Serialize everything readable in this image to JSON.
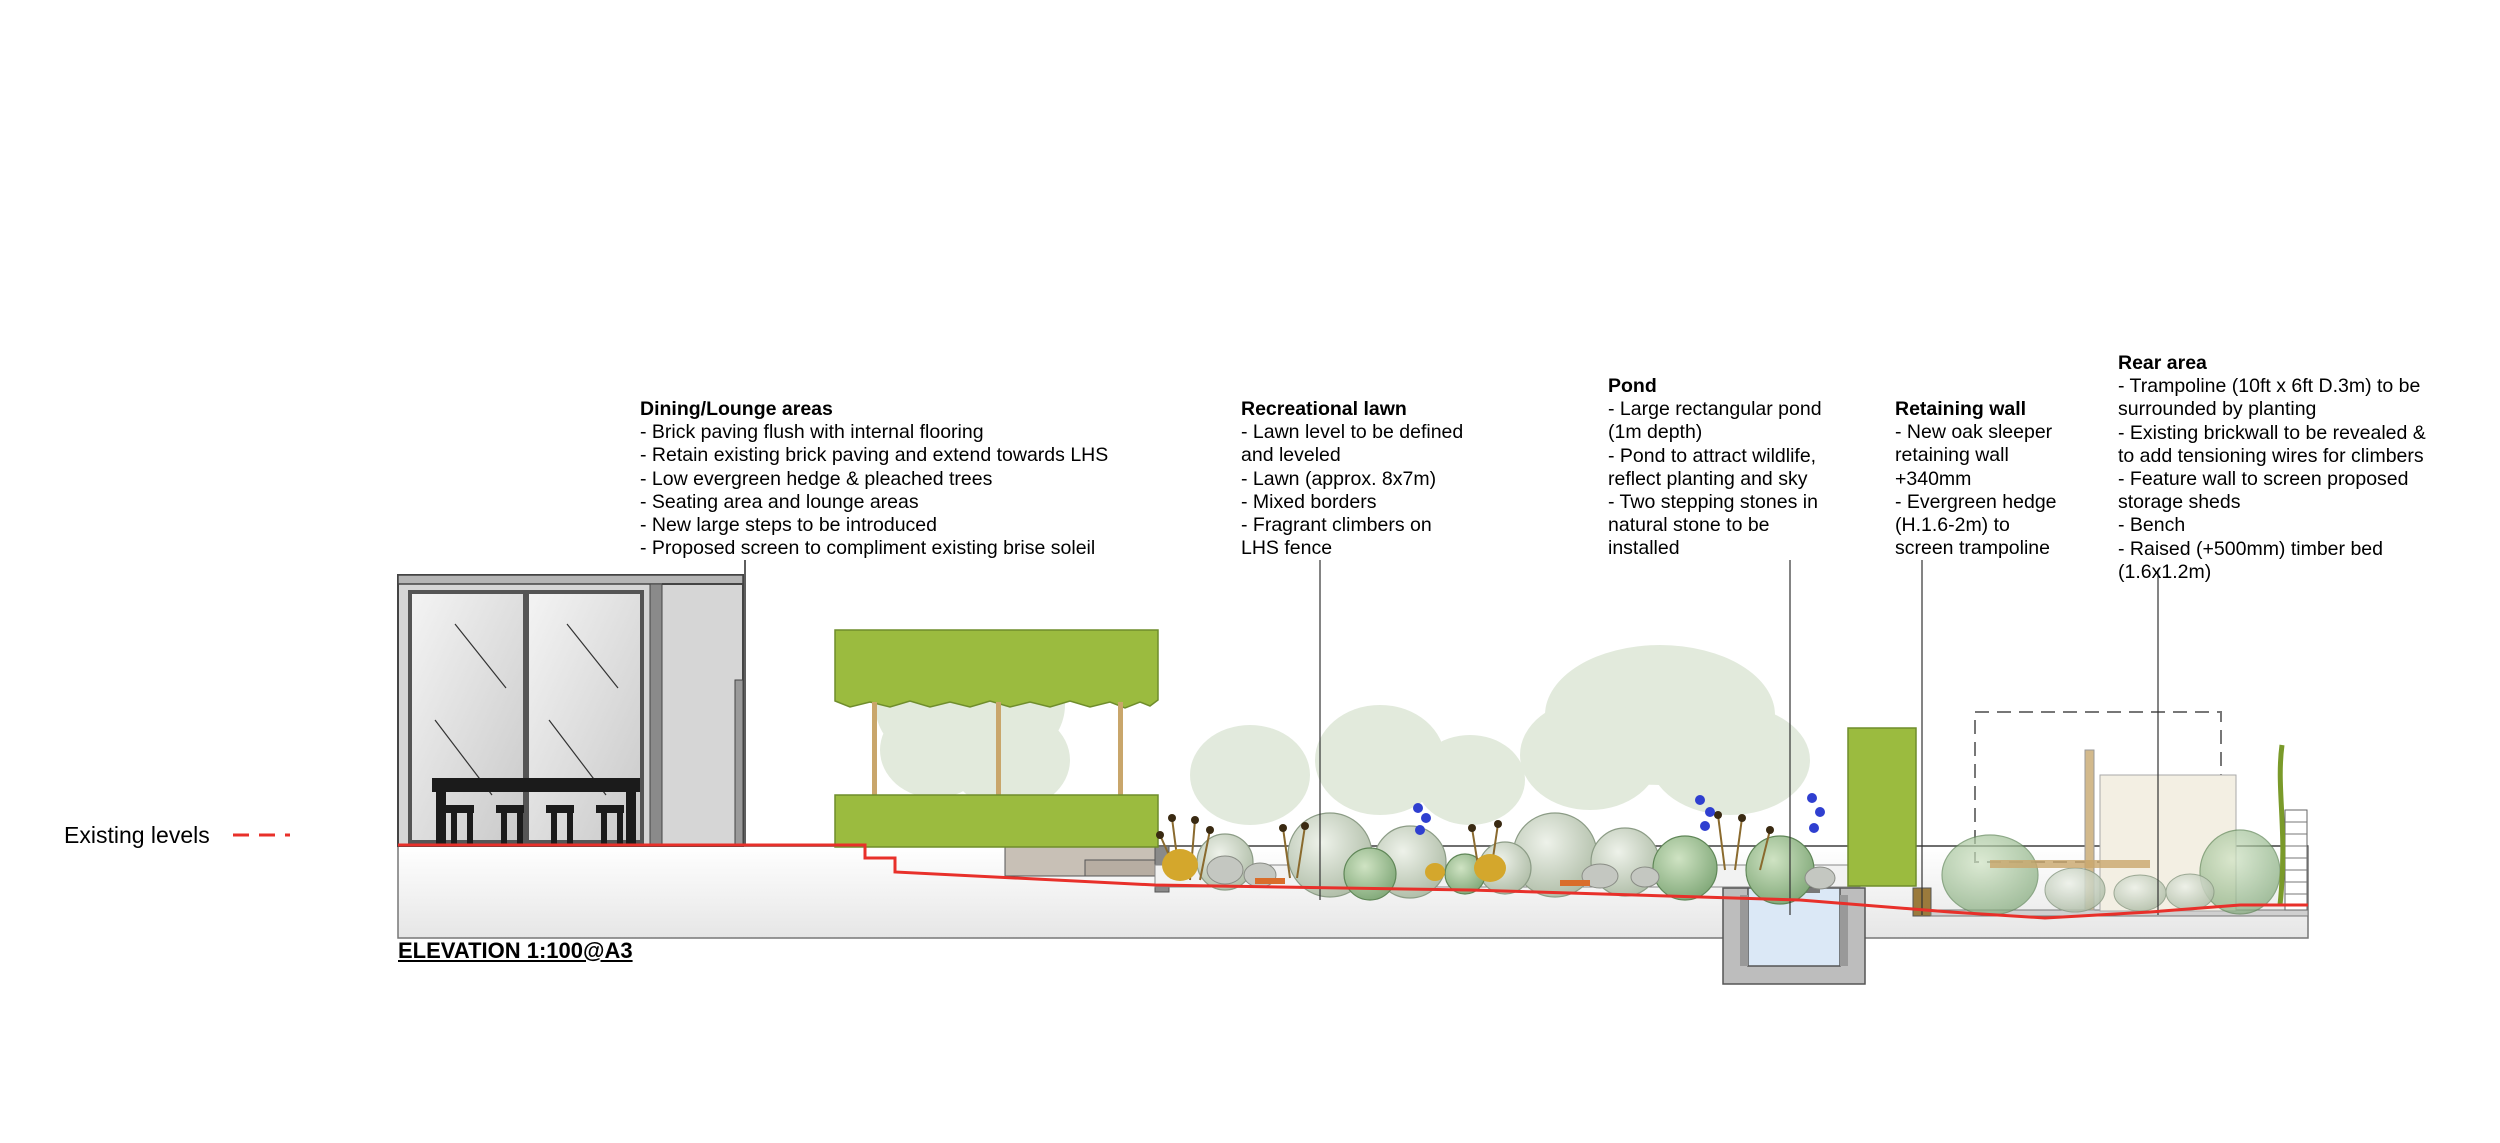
{
  "notes": {
    "dining": {
      "title": "Dining/Lounge areas",
      "lines": [
        "- Brick paving flush with internal flooring",
        "- Retain existing brick paving and extend towards LHS",
        "- Low evergreen hedge & pleached trees",
        "- Seating area and lounge areas",
        "- New large steps to be introduced",
        "- Proposed screen to compliment existing brise soleil"
      ]
    },
    "lawn": {
      "title": "Recreational lawn",
      "lines": [
        "- Lawn level to be defined",
        "and leveled",
        "- Lawn (approx. 8x7m)",
        "- Mixed borders",
        "- Fragrant climbers on",
        "LHS fence"
      ]
    },
    "pond": {
      "title": "Pond",
      "lines": [
        "- Large rectangular pond",
        "(1m depth)",
        "- Pond to attract wildlife,",
        "reflect planting and sky",
        "- Two stepping stones in",
        "natural stone to be",
        "installed"
      ]
    },
    "retaining": {
      "title": "Retaining wall",
      "lines": [
        "- New oak sleeper",
        "retaining wall",
        "+340mm",
        "- Evergreen hedge",
        "(H.1.6-2m) to",
        "screen trampoline"
      ]
    },
    "rear": {
      "title": "Rear area",
      "lines": [
        "- Trampoline (10ft x 6ft D.3m) to be",
        "surrounded by planting",
        "- Existing brickwall to be revealed &",
        "to add tensioning wires for climbers",
        "- Feature wall to screen proposed",
        "storage sheds",
        "- Bench",
        "- Raised (+500mm) timber bed",
        "(1.6x1.2m)"
      ]
    }
  },
  "legend": {
    "label": "Existing levels",
    "color": "#e8302a"
  },
  "elevation_title": "ELEVATION 1:100@A3",
  "colors": {
    "hedge": "#9bbb3f",
    "hedge_dark": "#7a9a2a",
    "tree_pale": "#c8d8bf",
    "ground": "#f3f3f3",
    "wall_grey": "#8a8a8a",
    "water": "#dbe8f6",
    "iris_blue": "#2f3fd0"
  }
}
